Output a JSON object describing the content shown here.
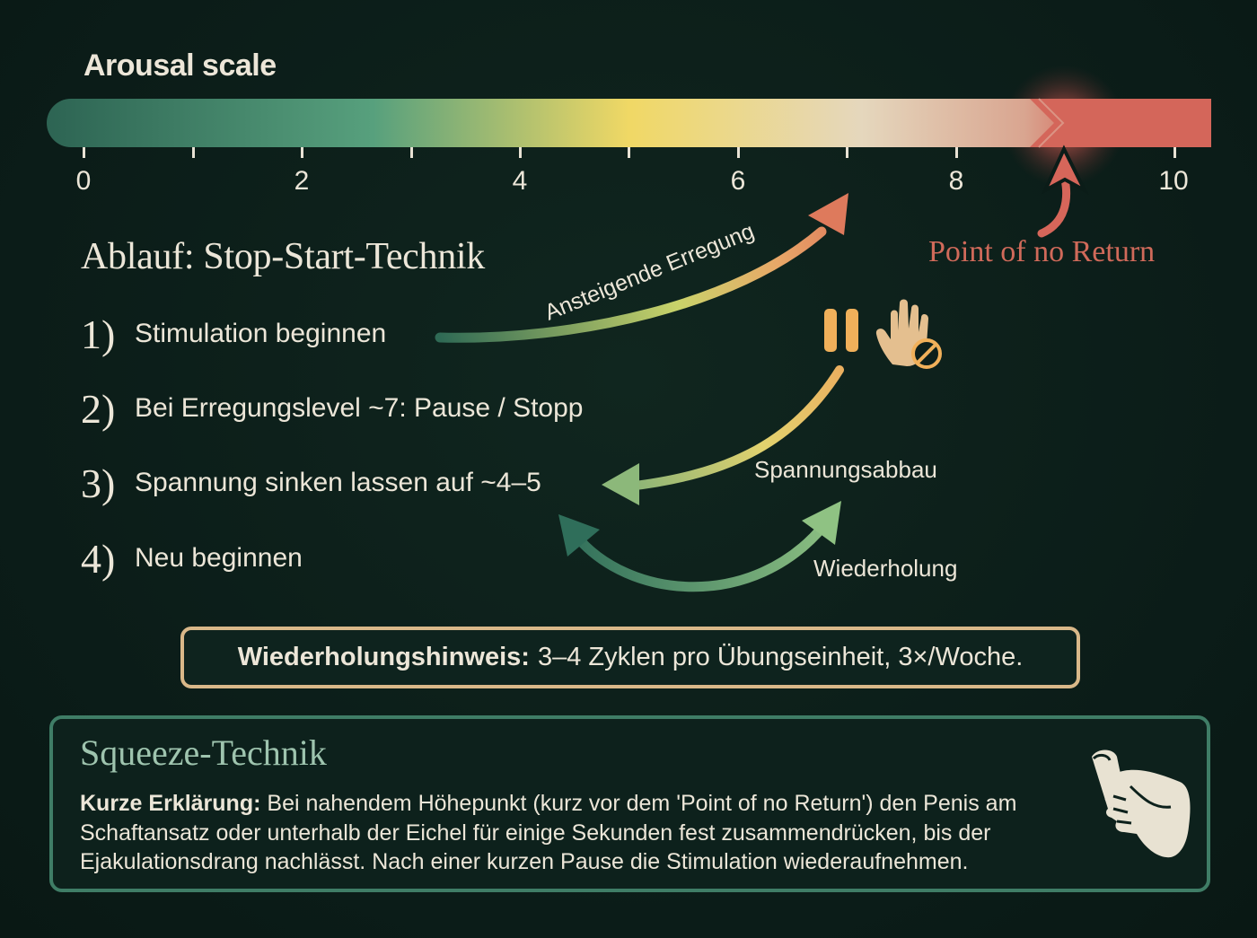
{
  "scale": {
    "title": "Arousal scale",
    "ticks": [
      "0",
      "2",
      "4",
      "6",
      "8",
      "10"
    ],
    "gradient_colors": [
      "#2f6554",
      "#56a07c",
      "#f1d86a",
      "#e6d8bd",
      "#d4685a"
    ],
    "point_of_no_return_value": 9,
    "point_of_no_return_label": "Point of no Return",
    "accent_red": "#d06a5a"
  },
  "stop_start": {
    "title": "Ablauf: Stop-Start-Technik",
    "steps": [
      {
        "num": "1)",
        "text": "Stimulation beginnen"
      },
      {
        "num": "2)",
        "text": "Bei Erregungslevel ~7: Pause / Stopp"
      },
      {
        "num": "3)",
        "text": "Spannung sinken lassen auf ~4–5"
      },
      {
        "num": "4)",
        "text": "Neu beginnen"
      }
    ],
    "arrows": {
      "rising": "Ansteigende Erregung",
      "release": "Spannungsabbau",
      "repeat": "Wiederholung"
    },
    "icons": [
      "pause-icon",
      "stop-hand-icon"
    ]
  },
  "hint": {
    "label": "Wiederholungshinweis:",
    "text": "3–4 Zyklen pro Übungseinheit, 3×/Woche."
  },
  "squeeze": {
    "title": "Squeeze-Technik",
    "label": "Kurze Erklärung:",
    "text": "Bei nahendem Höhepunkt (kurz vor dem 'Point of no Return') den Penis am Schaftansatz oder unterhalb der Eichel für einige Sekunden fest zusammendrücken, bis der Ejakulationsdrang nachlässt. Nach einer kurzen Pause die Stimulation wiederaufnehmen.",
    "icon": "squeeze-hand-icon"
  }
}
